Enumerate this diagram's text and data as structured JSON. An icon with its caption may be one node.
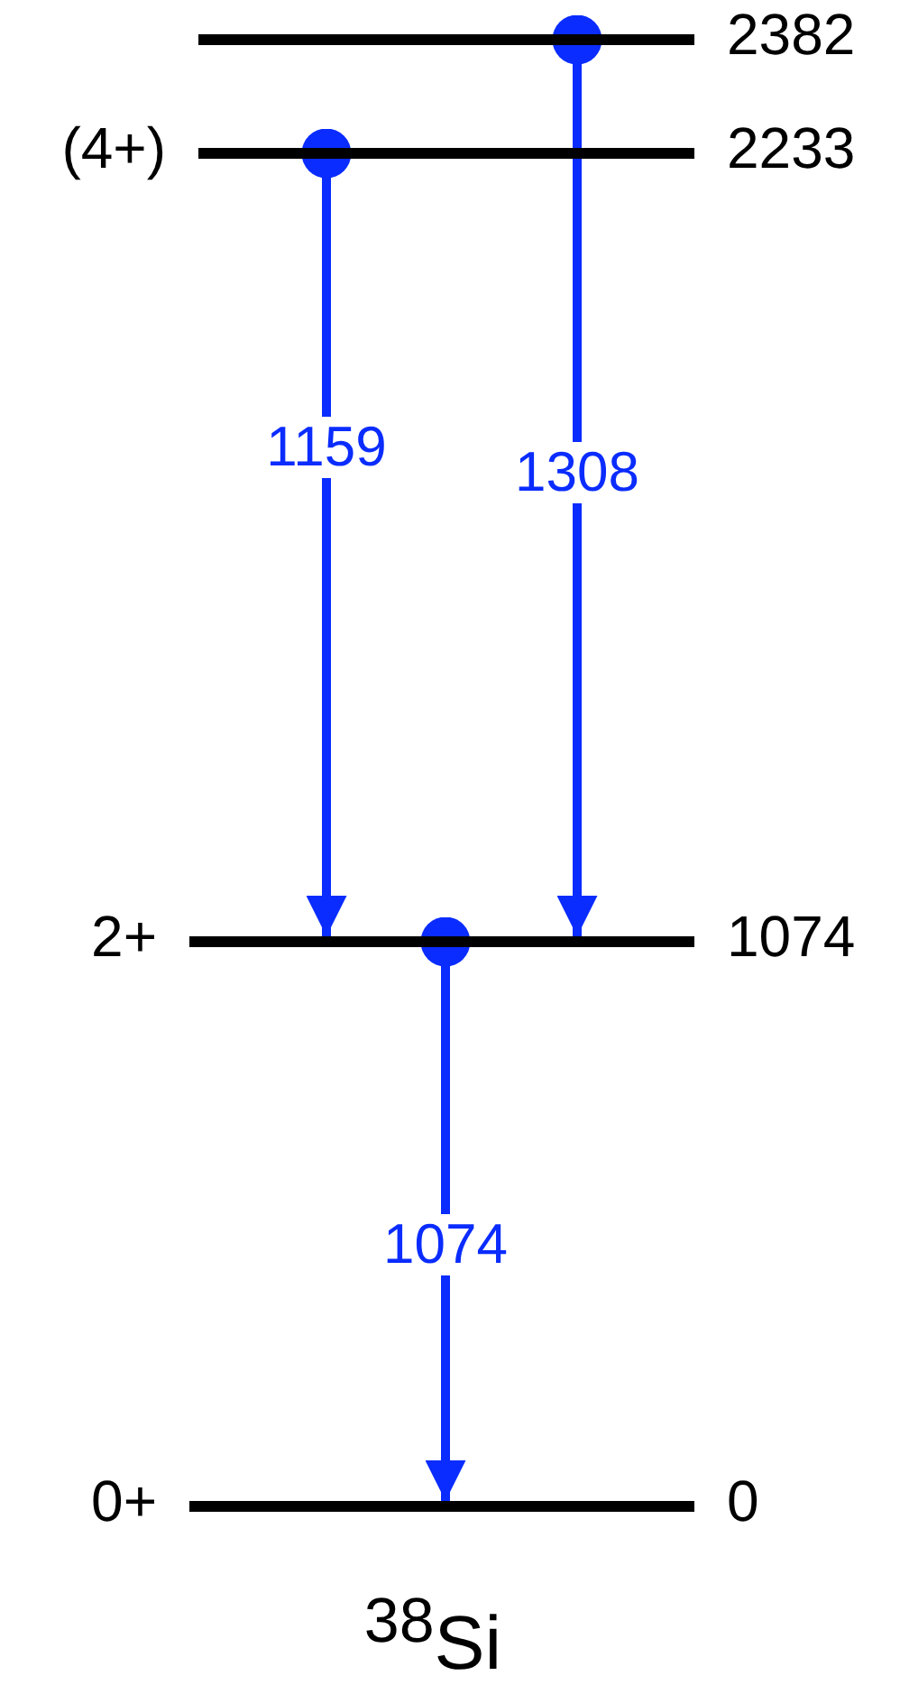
{
  "diagram": {
    "nodes": [
      {
        "text": [],
        "shape": "bar",
        "beside": [
          "2382"
        ]
      },
      {
        "text": [],
        "shape": "bar",
        "beside": [
          "(4+)",
          "2233"
        ]
      },
      {
        "text": [],
        "shape": "bar",
        "beside": [
          "2+",
          "1074"
        ]
      },
      {
        "text": [],
        "shape": "bar",
        "beside": [
          "0+",
          "0"
        ]
      }
    ],
    "edges": [
      {
        "from": 1,
        "to": 2,
        "arrow": "to",
        "label": "1159"
      },
      {
        "from": 0,
        "to": 2,
        "arrow": "to",
        "label": "1308"
      },
      {
        "from": 2,
        "to": 3,
        "arrow": "to",
        "label": "1074"
      }
    ],
    "labels": [
      "$^{38}$Si"
    ]
  }
}
